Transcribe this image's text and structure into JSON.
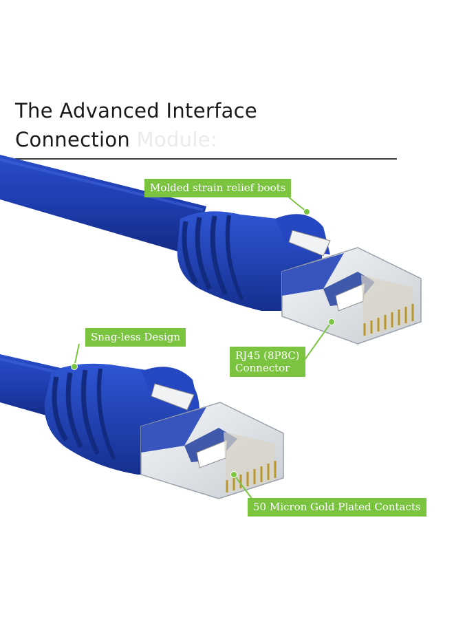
{
  "title": {
    "line1": "The Advanced Interface",
    "line2_main": "Connection",
    "line2_faded": "Module:"
  },
  "callouts": {
    "boots": "Molded strain relief boots",
    "snag": "Snag-less Design",
    "rj45_line1": "RJ45 (8P8C)",
    "rj45_line2": "Connector",
    "contacts": "50 Micron Gold Plated Contacts"
  },
  "colors": {
    "cable_blue": "#1f3fb0",
    "callout_green": "#7bc440",
    "title_text": "#1a1a1a"
  }
}
